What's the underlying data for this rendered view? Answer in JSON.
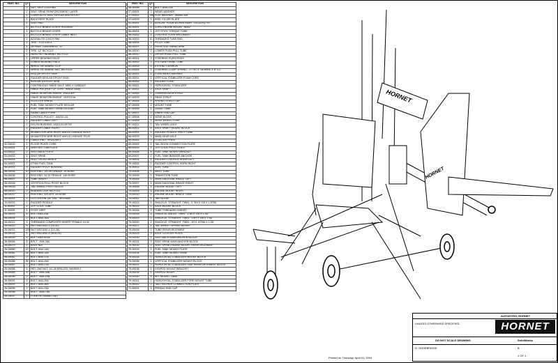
{
  "bom_headers": {
    "part_no": "PART NO.",
    "qty": "QTY.",
    "description": "DESCRIPTION"
  },
  "bom_left": [
    [
      "",
      "2",
      "NUT, SELF-LOCKING"
    ],
    [
      "",
      "1",
      "SEAT SPINE REINFORCEMENT LAYER"
    ],
    [
      "",
      "1",
      "COMPOSITE SEAT KEVLAR AND EPOXY"
    ],
    [
      "",
      "1",
      "BACK REST PLATE"
    ],
    [
      "",
      "1",
      "SEAT PAD"
    ],
    [
      "",
      "1",
      "BICYCLE BRAKE LEVER HOUSING"
    ],
    [
      "",
      "1",
      "BICYCLE BRAKE LEVER"
    ],
    [
      "",
      "1",
      "BICYCLE BRAKE LEVER CABLE INLET"
    ],
    [
      "",
      "2",
      "AZUSALITE 4 INCH RIM"
    ],
    [
      "",
      "2",
      "TIRE - 4.10-3.50-4"
    ],
    [
      "",
      "1",
      "SKYWAY TUBEWHEEL, 12\""
    ],
    [
      "",
      "1",
      "TIRE, 12\" BICYCLE"
    ],
    [
      "",
      "1",
      "HEAD SET BEARING, BICYCLE"
    ],
    [
      "",
      "1",
      "UPPER BEARING RACE"
    ],
    [
      "",
      "1",
      "LOWER BEARING RACE"
    ],
    [
      "",
      "2",
      "WHEEL RETAINING CLIP"
    ],
    [
      "",
      "2",
      "WHEEL RETAINING NUT, BICYCLE"
    ],
    [
      "",
      "1",
      "KEVLAR EPOXY SKIN"
    ],
    [
      "",
      "1",
      "RUDDER KEVLAR EPOXY SKIN"
    ],
    [
      "",
      "1",
      "KEVLAR & EPOXY SKIN"
    ],
    [
      "",
      "2",
      "CONTINUOUS HINGE HALF, MMC # 11555A22"
    ],
    [
      "",
      "1",
      "HINGE PIN (PART OF CONT. HINGE ASM)"
    ],
    [
      "",
      "1",
      "HINGE REINFORCEMENT -RUDDER"
    ],
    [
      "",
      "1",
      "HINGE REINFORCEMENT -VERTICAL"
    ],
    [
      "",
      "1",
      "SCOOTER WHEEL"
    ],
    [
      "",
      "1",
      "FUEL TANK MOUNT PLATE KEVLAR"
    ],
    [
      "",
      "1",
      "FUEL TANK MOUNT SPINE KEVLAR"
    ],
    [
      "",
      "1",
      "SA360 CABLE FORK"
    ],
    [
      "",
      "2",
      "CONTROL PULLEY - AN210-1A"
    ],
    [
      "",
      "1",
      "RUDDER CABLE LEFT"
    ],
    [
      "",
      "1",
      "NYLON BUSHING, AS&3-04-05730"
    ],
    [
      "",
      "1",
      "RUDDER CABLE RIGHT"
    ],
    [
      "",
      "2",
      "MCMASTERCARR RIGHT ANGLE LINKAGE BODY"
    ],
    [
      "",
      "2",
      "MCMASTERCARR RIGHT ANGLE LINKAGE STUD"
    ],
    [
      "",
      "1",
      "CABLE END - MS21259-3"
    ],
    [
      "02-00002",
      "1",
      "FLOOR PLATE CORE"
    ],
    [
      "03-00001",
      "1",
      "SEAT BOTTOM PLATE"
    ],
    [
      "03-00002",
      "1",
      "SEAT BACK PLATE"
    ],
    [
      "03-00003",
      "1",
      "SEAT SPINE"
    ],
    [
      "03-00004",
      "2",
      "SEAT CROSS BRACE"
    ],
    [
      "04-00001",
      "1",
      "GT400 FUEL TANK"
    ],
    [
      "08-00003",
      "4",
      "RUDDER PIVOT BUSHING"
    ],
    [
      "08-00005",
      "10",
      "ROD END, 1/4-28 FEMALE .25 BORE"
    ],
    [
      "08-00006",
      "2",
      "ROD END, 10-32 FEMALE .190 BORE"
    ],
    [
      "08-00007",
      "8",
      "TUBE INSERT"
    ],
    [
      "08-00008",
      "1",
      "JOYSTICK-ROLL PIVOT BLOCK"
    ],
    [
      "08-00009",
      "1",
      "TAIL WHEEL PIVOT BLOCK"
    ],
    [
      "08-00010",
      "2",
      "BEARING CUP, BICYCLE"
    ],
    [
      "08-00012",
      "2",
      "ROD END, 1/4-28 R .25 BORE"
    ],
    [
      "10-00001",
      "1",
      "COTTER PIN 1/8\" DIA. - MS24665"
    ],
    [
      "10-00002",
      "1",
      "RUDDER PEDDLE"
    ],
    [
      "11-00004",
      "1",
      "JOY STICK TUBE"
    ],
    [
      "11-00005",
      "1",
      "STICK GRIP"
    ],
    [
      "26-00003",
      "4",
      "BOLT AN3-23A"
    ],
    [
      "26-00004",
      "2",
      "BOLT, AN4-16A"
    ],
    [
      "26-00012",
      "4",
      "THREADED COMPOSITE INSERT FEMALE 10-32"
    ],
    [
      "26-00013",
      "6",
      "NUT MS21042-3 (10-32)"
    ],
    [
      "26-00014",
      "129",
      "NUT MS21042-4 (1/4-28)"
    ],
    [
      "26-00015",
      "1",
      "NUT MS21042-5 (5/16-24)"
    ],
    [
      "26-00020",
      "4",
      "BOLT AN3-H21A"
    ],
    [
      "26-00066",
      "8",
      "BOLT - AN4-26A"
    ],
    [
      "26-00079",
      "2",
      "AXLE NUT"
    ],
    [
      "26-00080",
      "12",
      "BOLT, AN4-14A"
    ],
    [
      "26-00081",
      "24",
      "BOLT, AN4-13A"
    ],
    [
      "26-00082",
      "2",
      "BOLT, AN4-17A"
    ],
    [
      "26-00086",
      "36",
      "BOLT, AN4-25A"
    ],
    [
      "26-00087",
      "2",
      "BOLT, AN4-27A"
    ],
    [
      "26-00088",
      "4",
      "HEX JAM NUT, 1/4-28 DRILLED, NAS509-4"
    ],
    [
      "26-00089",
      "4",
      "BOLT - AN4-34A"
    ],
    [
      "26-00090",
      "2",
      "BOLT - AN4-10A"
    ],
    [
      "26-00091",
      "6",
      "BOLT, AN4-20A"
    ],
    [
      "26-00093",
      "4",
      "BOLT, AN4-16A"
    ],
    [
      "26-00095",
      "2",
      "BOLT, AN4-23A"
    ],
    [
      "26-00096",
      "2",
      "BOLT - AN4-76A"
    ],
    [
      "26-00097",
      "1",
      "FORK RETAINING NUT"
    ]
  ],
  "bom_right": [
    [
      "26-00098",
      "6",
      "BOLT, AN4-21A"
    ],
    [
      "27-00001",
      "2",
      "WEAR WASHER"
    ],
    [
      "27-00002",
      "159",
      "FLAT WASHER - AN960-416"
    ],
    [
      "27-00003",
      "1",
      "KEEL FILLER PLATE"
    ],
    [
      "41-00001",
      "1",
      "KEVLAR, PLAIN WOVEN BIDIR, 1.8 OZ/SQ YD"
    ],
    [
      "55-00001",
      "1",
      "LORD ENGINE MOUNT J6402"
    ],
    [
      "56-00001",
      "1",
      "JOY STICK TORQUE TUBE"
    ],
    [
      "56-00002",
      "1",
      "CONTROL FORK WELDMENT"
    ],
    [
      "56-00003",
      "10",
      "THREADED TUBE END"
    ],
    [
      "56-00004",
      "1",
      "PITCH TUBE"
    ],
    [
      "56-00007",
      "2",
      "PUSH ROD SWING ARM"
    ],
    [
      "56-00010",
      "2",
      "LOWER PUSH PULL TUBE"
    ],
    [
      "56-00012",
      "2",
      "UPPER PUSH PULL TUBE"
    ],
    [
      "60-00001",
      "2",
      "STEERING PUSH RODS"
    ],
    [
      "60-00002",
      "2",
      "POLYURETHANE TUBE"
    ],
    [
      "61-00003",
      "1",
      "EXTEND CUSHION"
    ],
    [
      "61-00004",
      "2",
      "STEERING COMP SPRING - 27 OD X .08 WIRE X 8\" LG"
    ],
    [
      "62-00001",
      "1",
      "FORK INDEX WASHER"
    ],
    [
      "65-00001",
      "1",
      "VERTICAL STABILIZER FOAM CORE"
    ],
    [
      "65-00002",
      "1",
      "RUDDER CORE"
    ],
    [
      "66-00001",
      "1",
      "HORIZONTAL STABILIZER"
    ],
    [
      "67-00001",
      "2",
      "AXLE SHAFT"
    ],
    [
      "67-00002",
      "2",
      "COMPRESSION STRUT"
    ],
    [
      "67-00003",
      "2",
      "DRAG STRUT"
    ],
    [
      "67-00004",
      "2",
      "SPRING STRUT CAP"
    ],
    [
      "67-00005",
      "2",
      "MOUNT TUBE"
    ],
    [
      "67-00006",
      "2",
      "GUIDE TUBE"
    ],
    [
      "67-00007",
      "2",
      "INNER END CAP"
    ],
    [
      "67-00008",
      "1",
      "NOSE BLOCK"
    ],
    [
      "67-00009",
      "1",
      "NOSE WHEEL FORK"
    ],
    [
      "67-00011",
      "2",
      "TAIL WHEEL AXLE"
    ],
    [
      "68-00001",
      "4",
      "AXLE SHAFT MOUNT BLOCK"
    ],
    [
      "68-00001",
      "1",
      "RUDDER PEDDLE PIVOT TUBE"
    ],
    [
      "68-00003",
      "1",
      "MAIN GEAR AXLE"
    ],
    [
      "69-00001",
      "2",
      "CLUSTER PLATE"
    ],
    [
      "69-00002",
      "1",
      "TAIL BOOM CONNECTION PLATE"
    ],
    [
      "69-00003",
      "2",
      "JOY STICK PIVOT PLATE"
    ],
    [
      "69-00006",
      "4",
      "FUEL TANK MOUNT BRACKET"
    ],
    [
      "69-00007",
      "2",
      "FUEL TANK BUNGEE ANCHOR"
    ],
    [
      "70-00001",
      "1",
      "RUDDER CONTROL HORN LEFT"
    ],
    [
      "70-00002",
      "1",
      "RUDDER CONTROL HORN RIGHT"
    ],
    [
      "70-00003",
      "1",
      "KEEL TUBE"
    ],
    [
      "70-00004",
      "1",
      "MAST TUBE"
    ],
    [
      "70-00005",
      "1",
      "TRANSITION TUBE"
    ],
    [
      "70-00006",
      "1",
      "MAIN DIAGONAL BRACE LEFT"
    ],
    [
      "70-00007",
      "1",
      "MAIN DIAGONAL BRACE RIGHT"
    ],
    [
      "70-00008",
      "1",
      "ENGINE MOUNT LEFT"
    ],
    [
      "70-00009",
      "1",
      "ENGINE MOUNT RIGHT"
    ],
    [
      "70-00010",
      "1",
      "ENGINE MOUNT BRACE TUBE"
    ],
    [
      "70-00011",
      "1",
      "TAIL BOOM"
    ],
    [
      "70-00013",
      "4",
      "SHACKLE, STRAIGHT, TWIN - 3.75H X 1W X 1.875D"
    ],
    [
      "70-00014",
      "2",
      "AXLE MOUNT BLOCK"
    ],
    [
      "70-00016",
      "1",
      "TUBE THREADED INSERT"
    ],
    [
      "70-00018",
      "2",
      "SHACKLE, ANGLE, TWIN - 1.5H X 1W X 1.5D"
    ],
    [
      "70-00019",
      "2",
      "SHACKLE, STRAIGHT, TWIN - 1.5H X 1W X 1.5D"
    ],
    [
      "70-00020",
      "2",
      "SHACKLE, STRAIGHT, TWIN - 1H X .875W X 1.5D"
    ],
    [
      "70-00027",
      "1",
      "TAIL WHEEL SPRING MOUNT"
    ],
    [
      "70-00028",
      "1",
      "TUBE REINFORCEMENT"
    ],
    [
      "70-00029",
      "2",
      "AXLE CLUSTER PLATE"
    ],
    [
      "70-00030",
      "2",
      "SEAT BACK MAIN ANCHOR BLOCK"
    ],
    [
      "70-00031",
      "2",
      "SEAT SPINE MAIN ANCHOR BLOCK"
    ],
    [
      "70-00032",
      "2",
      "SEAT SPINE ENGINE MOUNT REINFORCEMENT"
    ],
    [
      "70-00033",
      "1",
      "FUEL TANK MOUNT PLATE"
    ],
    [
      "70-00034",
      "1",
      "FUEL TANK MOUNT SPINE"
    ],
    [
      "70-00035",
      "1",
      "HORIZONTAL STABILIZER MOUNT BLOCK"
    ],
    [
      "70-00036",
      "1",
      "VERTICAL STABILIZER MOUNT BLOCK"
    ],
    [
      "70-00037",
      "2",
      "HORIZONTAL STABILIZER SIDE REINFORCEMENT BLOCK"
    ],
    [
      "70-00038",
      "1",
      "DIGIPOD MOUNT BRACKET"
    ],
    [
      "70-00039",
      "1",
      "DIGIPOD RISER"
    ],
    [
      "70-00040",
      "1",
      "AFT MOUNT TUBE"
    ],
    [
      "70-00041",
      "1",
      "HORIZONTAL STABILIZER FORE MOUNT TUBE"
    ],
    [
      "70-00042",
      "2",
      "TAIL FEATHER CONNECTION PLATE"
    ],
    [
      "71-00001",
      "4",
      "PEDDAL END CAP"
    ]
  ],
  "title_block": {
    "title": "AUTOGYRO, HORNET",
    "unless": "UNLESS OTHERWISE SPECIFIED",
    "logo": "HORNET",
    "no_scale": "DO NOT SCALE DRAWING",
    "software": "SolidWorks",
    "drawn_by": "D. SHOEBRIDGE",
    "sheet": "1 OF 1",
    "size": "B"
  },
  "printed_note": "Printed on Thursday, April 01, 2004"
}
